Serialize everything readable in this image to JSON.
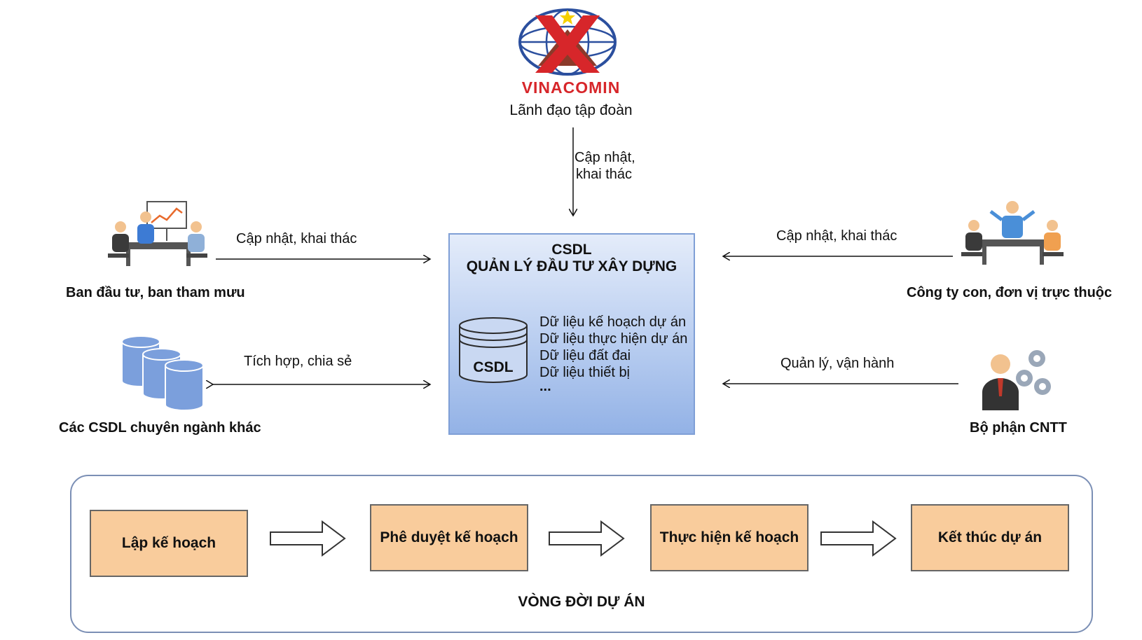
{
  "top": {
    "logo_text": "VINACOMIN",
    "label": "Lãnh đạo tập đoàn",
    "connector_label_1": "Cập nhật,",
    "connector_label_2": "khai thác"
  },
  "central": {
    "title_line1": "CSDL",
    "title_line2": "QUẢN LÝ ĐẦU TƯ XÂY DỰNG",
    "db_label": "CSDL",
    "items": [
      "Dữ liệu kế hoạch dự án",
      "Dữ liệu thực hiện dự án",
      "Dữ liệu đất đai",
      "Dữ liệu thiết bị",
      "..."
    ]
  },
  "left_top": {
    "label": "Ban đầu tư, ban tham mưu",
    "connector_label": "Cập nhật, khai thác"
  },
  "left_bottom": {
    "label": "Các CSDL chuyên ngành khác",
    "connector_label": "Tích hợp, chia sẻ"
  },
  "right_top": {
    "label": "Công ty con, đơn vị trực thuộc",
    "connector_label": "Cập nhật, khai thác"
  },
  "right_bottom": {
    "label": "Bộ phận CNTT",
    "connector_label": "Quản lý, vận hành"
  },
  "lifecycle": {
    "title": "VÒNG ĐỜI DỰ ÁN",
    "stages": [
      "Lập kế hoạch",
      "Phê duyệt kế hoạch",
      "Thực hiện kế hoạch",
      "Kết thúc dự án"
    ]
  },
  "colors": {
    "central_fill": "#b8cdf0",
    "stage_fill": "#f9cc9c",
    "logo_red": "#d7262a",
    "logo_blue": "#2b4f9e",
    "logo_brown": "#8b3a2a",
    "db_blue": "#7b9fdc"
  }
}
